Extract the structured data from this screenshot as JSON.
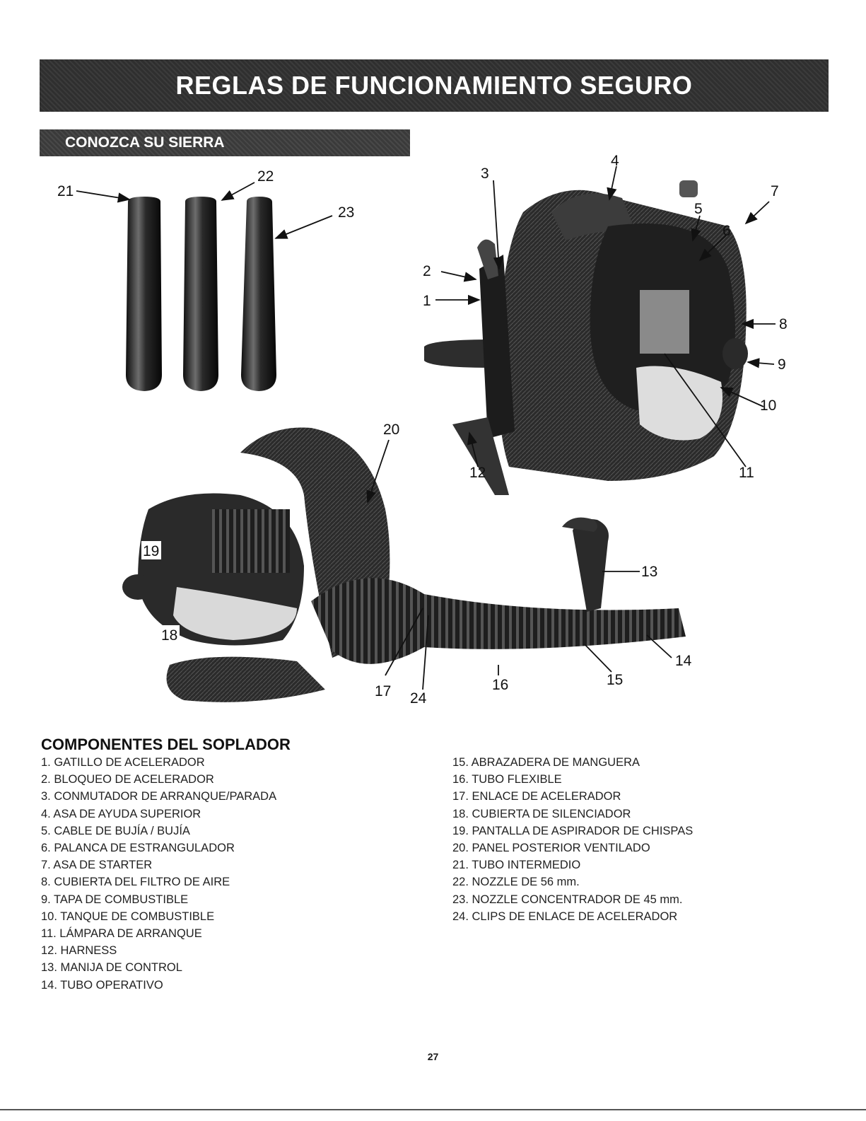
{
  "header": {
    "title": "REGLAS DE FUNCIONAMIENTO SEGURO"
  },
  "subheader": {
    "title": "CONOZCA SU SIERRA"
  },
  "callouts": [
    "1",
    "2",
    "3",
    "4",
    "5",
    "6",
    "7",
    "8",
    "9",
    "10",
    "11",
    "12",
    "13",
    "14",
    "15",
    "16",
    "17",
    "18",
    "19",
    "20",
    "21",
    "22",
    "23",
    "24"
  ],
  "components": {
    "heading": "COMPONENTES DEL SOPLADOR",
    "left_items": [
      "1. GATILLO DE ACELERADOR",
      "2. BLOQUEO DE ACELERADOR",
      "3. CONMUTADOR DE ARRANQUE/PARADA",
      "4. ASA DE AYUDA SUPERIOR",
      "5. CABLE DE BUJÍA / BUJÍA",
      "6. PALANCA DE ESTRANGULADOR",
      "7. ASA DE STARTER",
      "8. CUBIERTA DEL FILTRO DE AIRE",
      "9. TAPA DE COMBUSTIBLE",
      "10. TANQUE DE COMBUSTIBLE",
      "11. LÁMPARA DE ARRANQUE",
      "12. HARNESS",
      "13. MANIJA DE CONTROL",
      "14. TUBO OPERATIVO"
    ],
    "right_items": [
      "15. ABRAZADERA DE MANGUERA",
      "16. TUBO FLEXIBLE",
      "17. ENLACE DE ACELERADOR",
      "18. CUBIERTA DE SILENCIADOR",
      "19. PANTALLA DE ASPIRADOR DE CHISPAS",
      "20. PANEL POSTERIOR VENTILADO",
      "21. TUBO INTERMEDIO",
      "22. NOZZLE DE 56 mm.",
      "23. NOZZLE CONCENTRADOR DE 45 mm.",
      "24. CLIPS DE ENLACE DE ACELERADOR"
    ]
  },
  "footer": {
    "page_number": "27"
  }
}
